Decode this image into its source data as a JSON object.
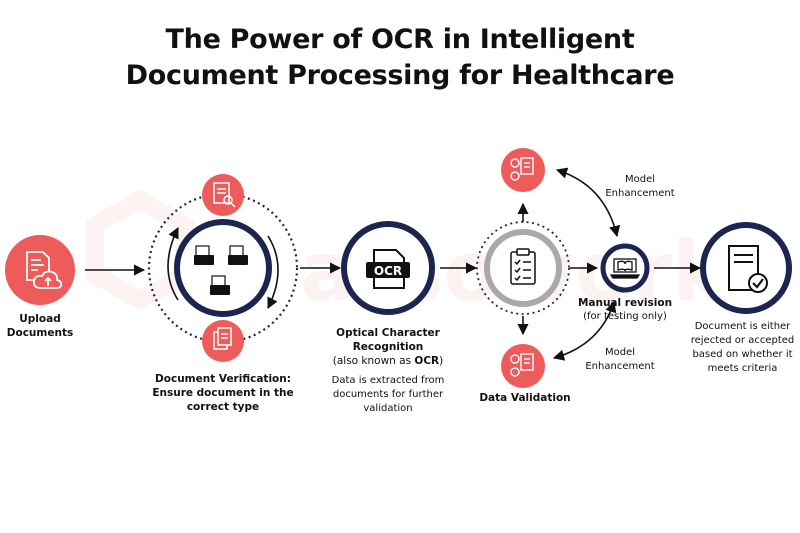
{
  "title": {
    "line1": "The Power of OCR in Intelligent",
    "line2": "Document Processing for Healthcare"
  },
  "watermark": "atsowork",
  "colors": {
    "navy": "#1b2550",
    "coral": "#ee5b5b",
    "gray": "#a9a9a9",
    "text": "#111111"
  },
  "upload": {
    "line1": "Upload",
    "line2": "Documents",
    "icon": "cloud-upload-document-icon"
  },
  "verification": {
    "line1": "Document Verification:",
    "line2": "Ensure document in the",
    "line3": "correct type",
    "icons": [
      "magnifier-document-icon",
      "documents-stack-icon",
      "folder-documents-icon"
    ]
  },
  "ocr": {
    "title1": "Optical Character",
    "title2": "Recognition",
    "aka_prefix": "(also known as ",
    "aka_bold": "OCR",
    "aka_suffix": ")",
    "desc1": "Data is extracted from",
    "desc2": "documents for further",
    "desc3": "validation",
    "icon_text": "OCR"
  },
  "validation": {
    "label": "Data Validation",
    "icon": "clipboard-checklist-icon"
  },
  "manual": {
    "label": "Manual revision",
    "sub": "(for testing only)",
    "icon": "laptop-book-icon"
  },
  "model_top": {
    "line1": "Model",
    "line2": "Enhancement"
  },
  "model_bottom": {
    "line1": "Model",
    "line2": "Enhancement"
  },
  "result": {
    "line1": "Document is either",
    "line2": "rejected or accepted",
    "line3": "based on whether it",
    "line4": "meets criteria",
    "icon": "document-checkmark-icon"
  }
}
